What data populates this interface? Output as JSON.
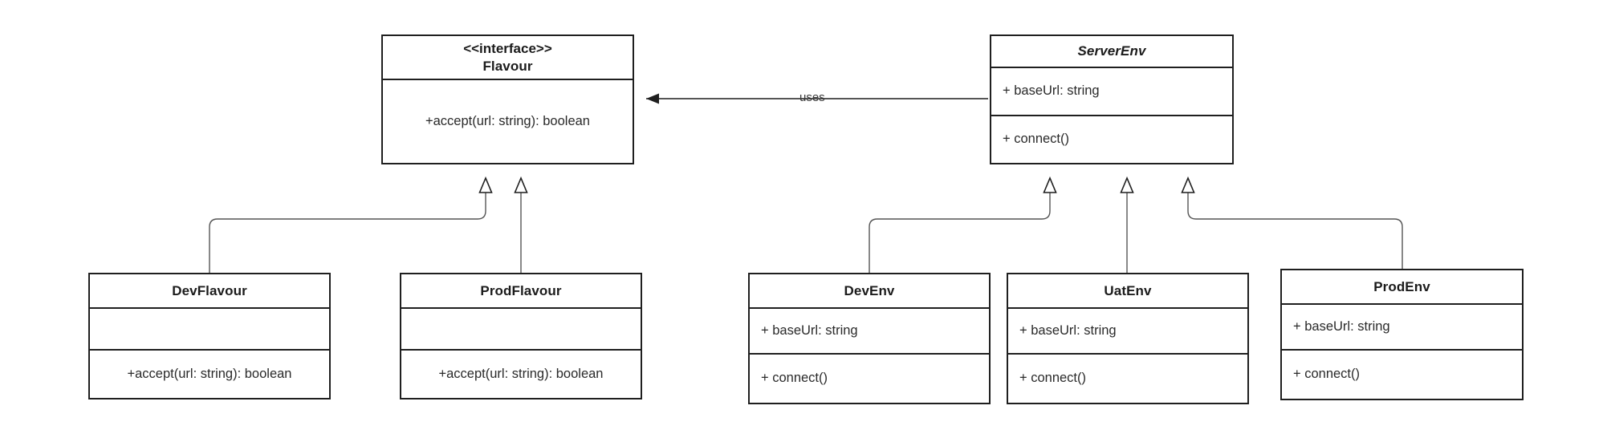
{
  "diagram": {
    "type": "uml-class-diagram",
    "background": "#ffffff",
    "line_color": "#1f1f1f",
    "text_color": "#1b1b1b"
  },
  "classes": {
    "flavour": {
      "stereotype": "<<interface>>",
      "name": "Flavour",
      "attributes": [],
      "methods": [
        "+accept(url: string): boolean"
      ]
    },
    "server_env": {
      "name": "ServerEnv",
      "abstract": true,
      "attributes": [
        "+ baseUrl: string"
      ],
      "methods": [
        "+ connect()"
      ]
    },
    "dev_flavour": {
      "name": "DevFlavour",
      "attributes": [
        ""
      ],
      "methods": [
        "+accept(url: string): boolean"
      ]
    },
    "prod_flavour": {
      "name": "ProdFlavour",
      "attributes": [
        ""
      ],
      "methods": [
        "+accept(url: string): boolean"
      ]
    },
    "dev_env": {
      "name": "DevEnv",
      "attributes": [
        "+ baseUrl: string"
      ],
      "methods": [
        "+ connect()"
      ]
    },
    "uat_env": {
      "name": "UatEnv",
      "attributes": [
        "+ baseUrl: string"
      ],
      "methods": [
        "+ connect()"
      ]
    },
    "prod_env": {
      "name": "ProdEnv",
      "attributes": [
        "+ baseUrl: string"
      ],
      "methods": [
        "+ connect()"
      ]
    }
  },
  "relationships": {
    "uses": {
      "label": "uses",
      "from": "ServerEnv",
      "to": "Flavour",
      "kind": "dependency"
    },
    "generalizations": [
      {
        "from": "DevFlavour",
        "to": "Flavour"
      },
      {
        "from": "ProdFlavour",
        "to": "Flavour"
      },
      {
        "from": "DevEnv",
        "to": "ServerEnv"
      },
      {
        "from": "UatEnv",
        "to": "ServerEnv"
      },
      {
        "from": "ProdEnv",
        "to": "ServerEnv"
      }
    ]
  }
}
